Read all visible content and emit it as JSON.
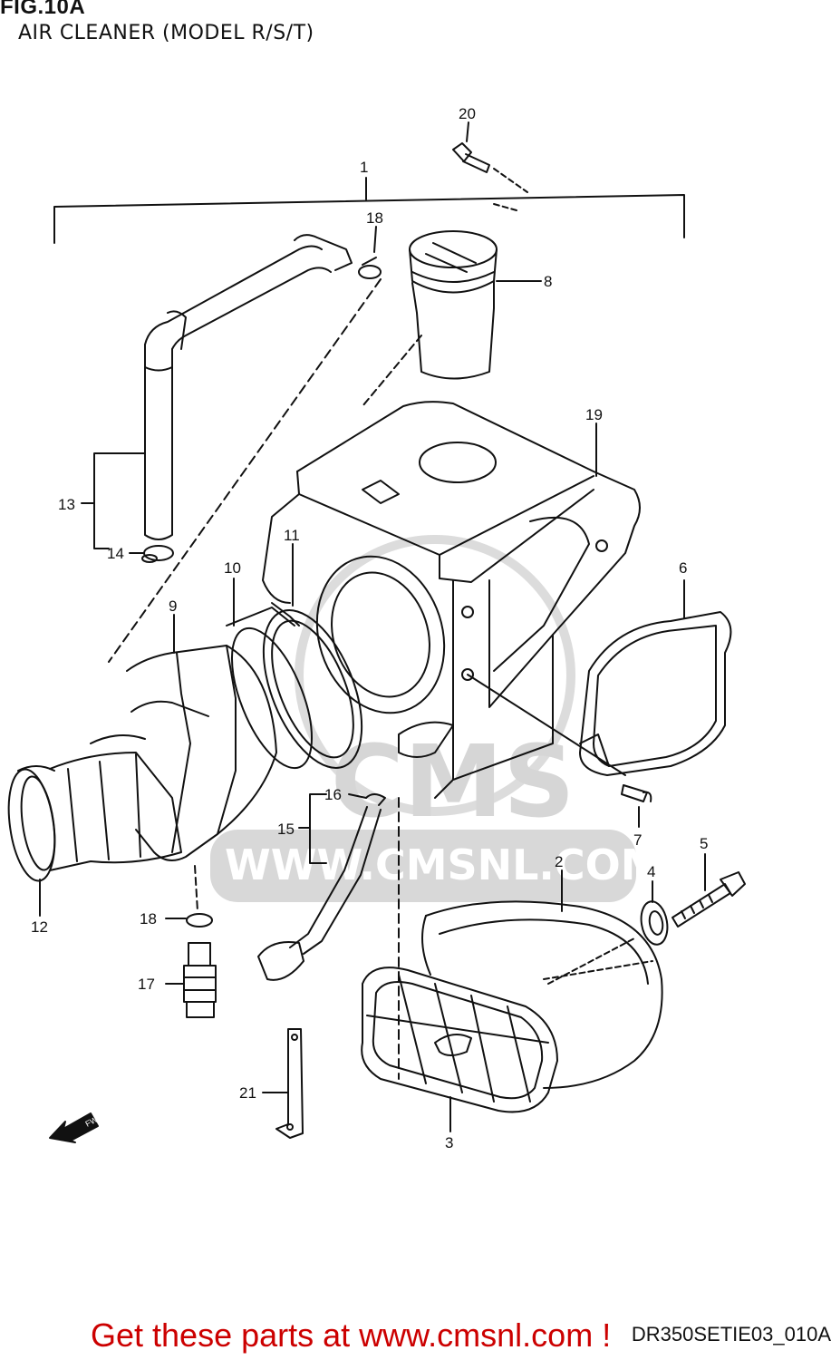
{
  "figure": {
    "title": "FIG.10A",
    "subtitle": "AIR CLEANER (MODEL R/S/T)",
    "drawing_code": "DR350SETIE03_010A"
  },
  "callouts": [
    "1",
    "2",
    "3",
    "4",
    "5",
    "6",
    "7",
    "8",
    "9",
    "10",
    "11",
    "12",
    "13",
    "14",
    "15",
    "16",
    "17",
    "18",
    "18",
    "19",
    "20",
    "21"
  ],
  "watermark": {
    "logo_text": "CMS",
    "url_text": "WWW.CMSNL.COM"
  },
  "fwd_label": "FWD",
  "promo": {
    "text": "Get these parts at www.cmsnl.com !",
    "color": "#cc0000"
  },
  "colors": {
    "line": "#111111",
    "watermark": "#d2d2d2",
    "background": "#ffffff"
  }
}
